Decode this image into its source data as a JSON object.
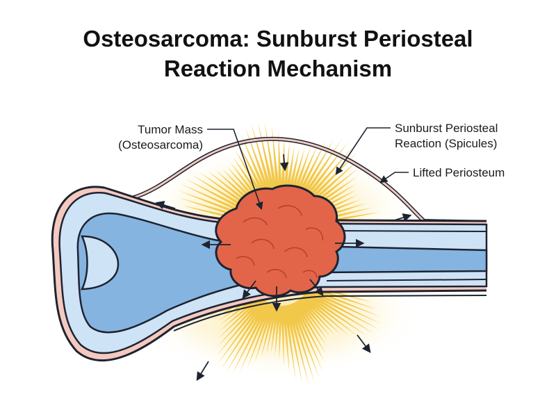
{
  "title": {
    "line1": "Osteosarcoma: Sunburst Periosteal",
    "line2": "Reaction Mechanism"
  },
  "labels": {
    "tumor_line1": "Tumor Mass",
    "tumor_line2": "(Osteosarcoma)",
    "sunburst_line1": "Sunburst Periosteal",
    "sunburst_line2": "Reaction (Spicules)",
    "periosteum": "Lifted Periosteum"
  },
  "colors": {
    "cortex": "#cfe3f6",
    "marrow": "#86b4e0",
    "outline": "#1d2330",
    "tumor": "#e2654a",
    "tumor_dark": "#b8402a",
    "spicule": "#f2c84b",
    "spicule_glow": "#fbe7a1",
    "periosteum": "#f4c9c0"
  }
}
